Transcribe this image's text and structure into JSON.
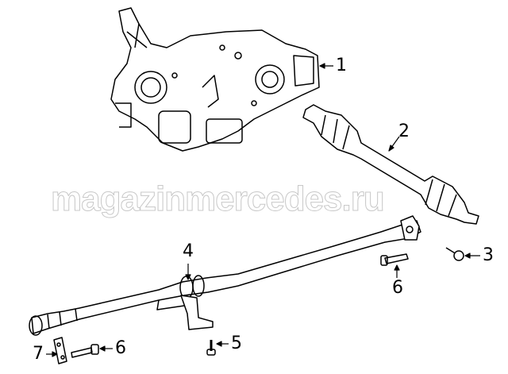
{
  "watermark": "magazinmercedes.ru",
  "callouts": {
    "c1": "1",
    "c2": "2",
    "c3": "3",
    "c4": "4",
    "c5": "5",
    "c6a": "6",
    "c6b": "6",
    "c7": "7"
  }
}
